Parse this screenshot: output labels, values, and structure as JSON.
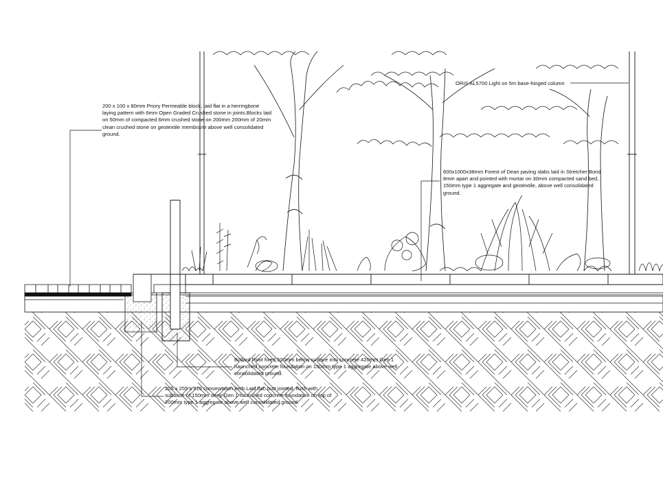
{
  "annotations": {
    "permeable_block": "200 x 100 x 80mm Priory Permeable block, laid flat in a herringbone laying pattern with 6mm Open Graded Crushed stone in joints.Blocks laid on 50mm of compacted 6mm crushed stone on 200mm 200mm of 20mm clean crushed stone on geotextile membrane above well consolidated ground.",
    "light_column": "ORIS AL5700 Light on 5m base-hinged column",
    "paving_slabs": "600x1000x38mm Forest of Dean paving slabs laid in Stretcher Bond 8mm apart and pointed with mortar on 30mm compacted sand bed, 150mm type 1 aggregate and geotextile, above well consolidated ground.",
    "bollard_root": "Bollard Root fixed 500mm below surface into concrete 420mm Gen 1 haunched concrete foundation on 150mm type 1 aggregate above well consolidated ground.",
    "conservation_kerb": "205 x 255 x 915 conservation kerb Laid flat, butt jointed, flush with subbase of 150mm deep Gen 1 haunched concrete foundation on top of 200mm type 1 aggregate above well consolidated ground."
  },
  "colors": {
    "line": "#111111",
    "background": "#ffffff",
    "hatch": "#333333"
  }
}
